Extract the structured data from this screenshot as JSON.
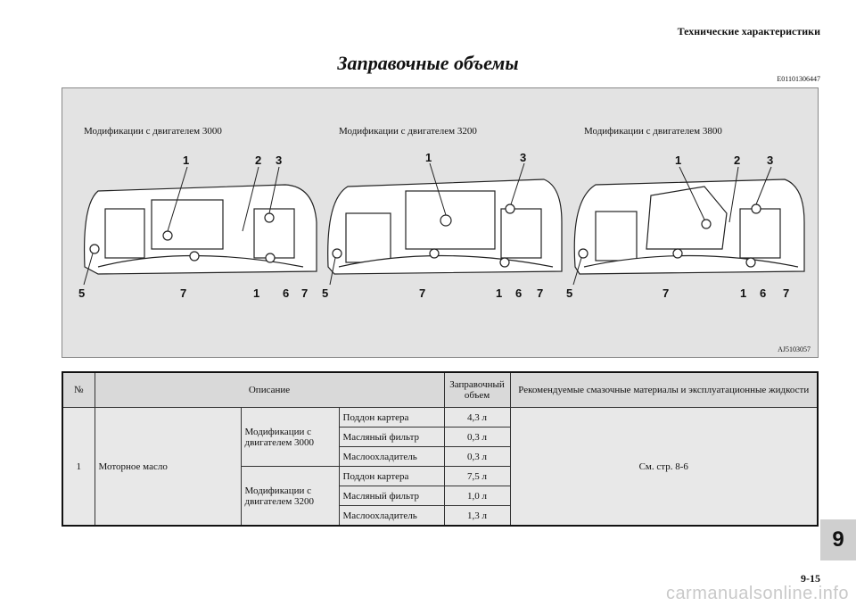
{
  "header": {
    "section": "Технические характеристики"
  },
  "page_title": "Заправочные объемы",
  "doc_code": "E01101306447",
  "figure": {
    "labels": [
      "Модификации с двигателем 3000",
      "Модификации с двигателем 3200",
      "Модификации с двигателем 3800"
    ],
    "code": "AJ5103057",
    "callouts_top_3000": [
      "1",
      "2",
      "3"
    ],
    "callouts_bottom_3000": [
      "5",
      "7",
      "1",
      "6",
      "7"
    ],
    "callouts_top_3200": [
      "1",
      "3"
    ],
    "callouts_bottom_3200": [
      "5",
      "7",
      "1",
      "6",
      "7"
    ],
    "callouts_top_3800": [
      "1",
      "2",
      "3"
    ],
    "callouts_bottom_3800": [
      "5",
      "7",
      "1",
      "6",
      "7"
    ]
  },
  "table": {
    "headers": {
      "num": "№",
      "desc": "Описание",
      "volume": "Заправочный объем",
      "materials": "Рекомендуемые смазочные материалы и эксплуатационные жидкости"
    },
    "row": {
      "num": "1",
      "name": "Моторное масло",
      "materials": "См. стр. 8-6",
      "groups": [
        {
          "label": "Модификации с двигателем 3000",
          "items": [
            {
              "part": "Поддон картера",
              "volume": "4,3 л"
            },
            {
              "part": "Масляный фильтр",
              "volume": "0,3 л"
            },
            {
              "part": "Маслоохладитель",
              "volume": "0,3 л"
            }
          ]
        },
        {
          "label": "Модификации с двигателем 3200",
          "items": [
            {
              "part": "Поддон картера",
              "volume": "7,5 л"
            },
            {
              "part": "Масляный фильтр",
              "volume": "1,0 л"
            },
            {
              "part": "Маслоохладитель",
              "volume": "1,3 л"
            }
          ]
        }
      ]
    }
  },
  "page_number": "9-15",
  "chapter_tab": "9",
  "watermark": "carmanualsonline.info"
}
